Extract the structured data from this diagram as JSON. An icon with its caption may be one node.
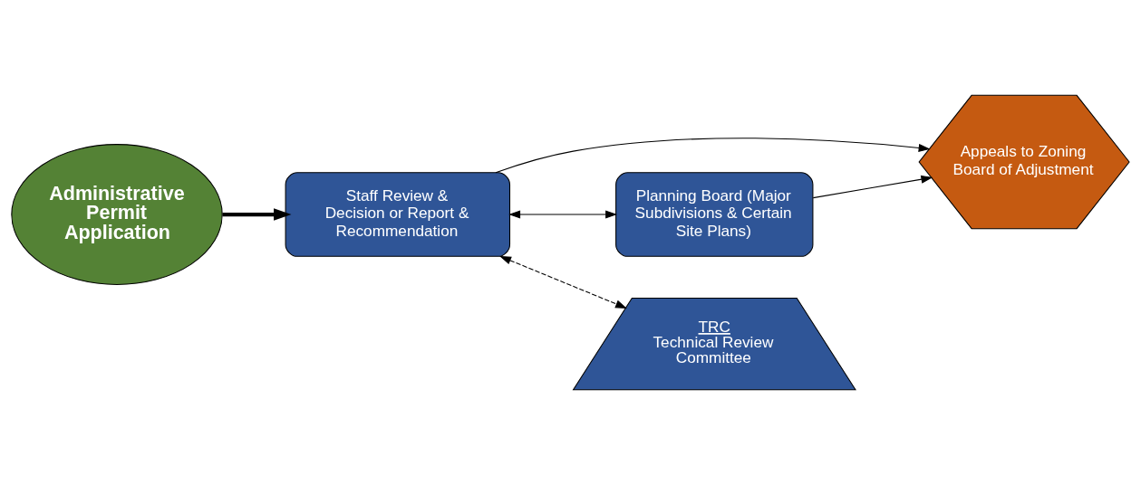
{
  "diagram": {
    "nodes": [
      {
        "text": [
          "Administrative Permit Application"
        ]
      },
      {
        "text": [
          "Staff Review & Decision or Report & Recommendation"
        ]
      },
      {
        "text": [
          "Appeals to Zoning Board of Adjustment"
        ]
      },
      {
        "text": [
          "Planning Board (Major Subdivisions & Certain Site Plans)"
        ]
      },
      {
        "text": [
          "TRC",
          "Technical Review Committee"
        ]
      }
    ],
    "edges": [
      {
        "from": 0,
        "to": 1,
        "arrow": "to",
        "style": "thick"
      },
      {
        "from": 1,
        "to": 2,
        "arrow": "to"
      },
      {
        "from": 1,
        "to": 3,
        "arrow": "both"
      },
      {
        "from": 1,
        "to": 4,
        "arrow": "both",
        "style": "dashed"
      },
      {
        "from": 3,
        "to": 2,
        "arrow": "to"
      }
    ]
  }
}
